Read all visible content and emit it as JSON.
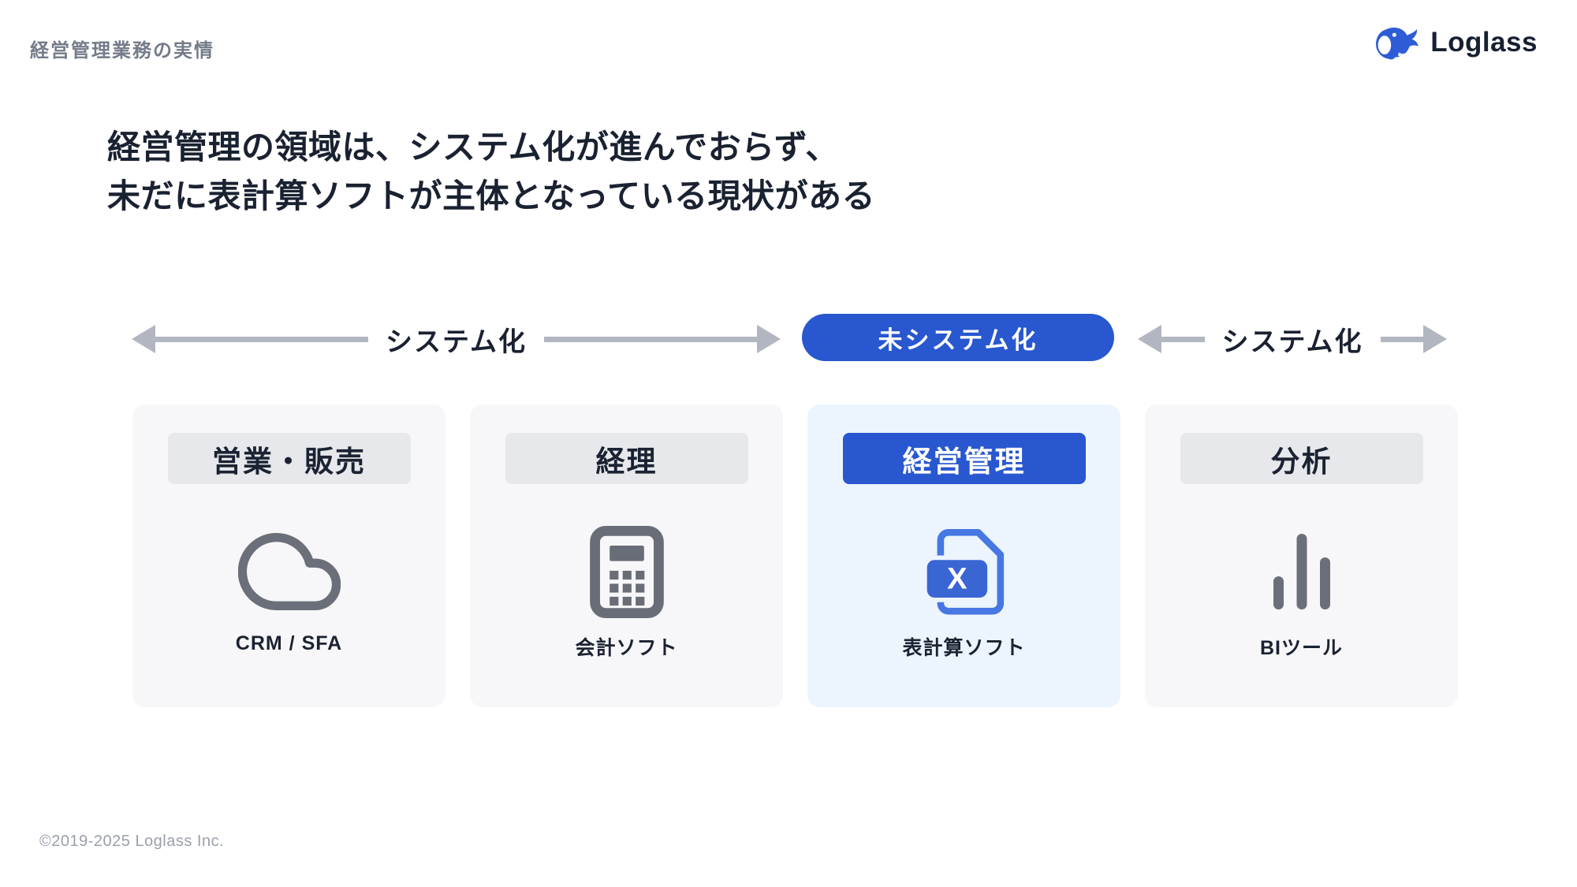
{
  "page": {
    "title": "経営管理業務の実情",
    "footer": "©2019-2025 Loglass Inc."
  },
  "logo": {
    "text": "Loglass",
    "icon": "whale-icon"
  },
  "headline": {
    "line1": "経営管理の領域は、システム化が進んでおらず、",
    "line2": "未だに表計算ソフトが主体となっている現状がある"
  },
  "spectrum": {
    "left_label": "システム化",
    "center_label": "未システム化",
    "right_label": "システム化"
  },
  "cards": [
    {
      "category": "営業・販売",
      "tool": "CRM / SFA",
      "icon": "cloud-icon",
      "highlighted": false
    },
    {
      "category": "経理",
      "tool": "会計ソフト",
      "icon": "calculator-icon",
      "highlighted": false
    },
    {
      "category": "経営管理",
      "tool": "表計算ソフト",
      "icon": "spreadsheet-file-icon",
      "icon_letter": "X",
      "highlighted": true
    },
    {
      "category": "分析",
      "tool": "BIツール",
      "icon": "bar-chart-icon",
      "highlighted": false
    }
  ],
  "colors": {
    "accent_blue": "#2857CF",
    "highlight_card_bg": "#ECF4FD",
    "card_bg": "#F7F7F9",
    "chip_bg": "#E6E8EB",
    "arrow_gray": "#B2B6C1",
    "text_dark": "#1A2231",
    "title_gray": "#747B89",
    "footer_gray": "#9AA0AB",
    "icon_gray": "#6B6F79"
  }
}
